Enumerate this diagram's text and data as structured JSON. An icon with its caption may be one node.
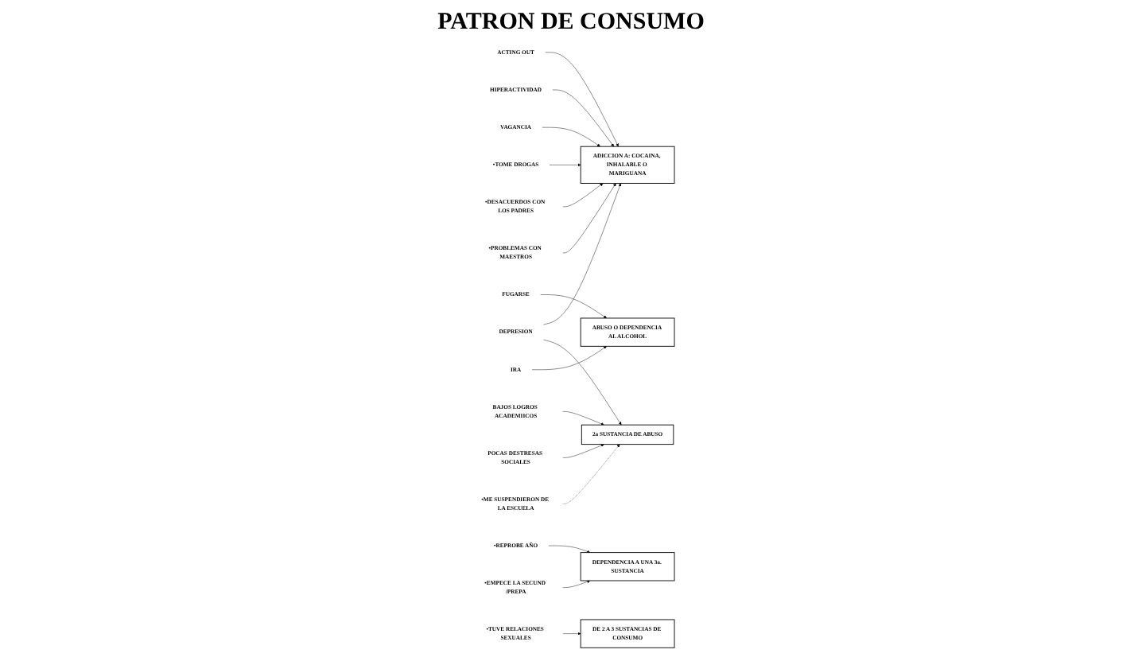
{
  "diagram": {
    "title": "PATRON DE CONSUMO",
    "nodes": [
      {
        "text": [
          "ADICCION A: COCAINA, INHALABLE O MARIGUANA"
        ]
      },
      {
        "text": [
          "2a SUSTANCIA DE ABUSO"
        ]
      },
      {
        "text": [
          "DEPENDENCIA A UNA 3a. SUSTANCIA"
        ]
      },
      {
        "text": [
          "ABUSO O DEPENDENCIA AL ALCOHOL"
        ]
      },
      {
        "text": [
          "DE 2 A 3 SUSTANCIAS DE CONSUMO"
        ]
      },
      {
        "text": [
          "ACTING OUT"
        ]
      },
      {
        "text": [
          "HIPERACTIVIDAD"
        ]
      },
      {
        "text": [
          "FUGARSE"
        ]
      },
      {
        "text": [
          "VAGANCIA"
        ]
      },
      {
        "text": [
          "BAJOS LOGROS ACADEMIICOS"
        ]
      },
      {
        "text": [
          "POCAS DESTRESAS SOCIALES"
        ]
      },
      {
        "text": [
          "DEPRESION"
        ]
      },
      {
        "text": [
          "IRA"
        ]
      },
      {
        "text": [
          "•TOME DROGAS"
        ]
      },
      {
        "text": [
          "•DESACUERDOS CON LOS PADRES"
        ]
      },
      {
        "text": [
          "•PROBLEMAS CON MAESTROS"
        ]
      },
      {
        "text": [
          "•REPROBE AÑO"
        ]
      },
      {
        "text": [
          "•ME SUSPENDIERON DE LA ESCUELA"
        ]
      },
      {
        "text": [
          "•EMPECE LA SECUND /PREPA"
        ]
      },
      {
        "text": [
          "•TUVE RELACIONES SEXUALES"
        ]
      }
    ],
    "edges": [
      {
        "from": 5,
        "to": 0,
        "arrow": "to"
      },
      {
        "from": 6,
        "to": 0,
        "arrow": "to"
      },
      {
        "from": 8,
        "to": 0,
        "arrow": "to"
      },
      {
        "from": 11,
        "to": 0,
        "arrow": "to"
      },
      {
        "from": 9,
        "to": 1,
        "arrow": "to"
      },
      {
        "from": 10,
        "to": 1,
        "arrow": "to"
      },
      {
        "from": 11,
        "to": 1,
        "arrow": "to"
      },
      {
        "from": 7,
        "to": 3,
        "arrow": "to"
      },
      {
        "from": 12,
        "to": 3,
        "arrow": "to"
      },
      {
        "from": 13,
        "to": 0,
        "arrow": "to"
      },
      {
        "from": 14,
        "to": 0,
        "arrow": "to"
      },
      {
        "from": 15,
        "to": 0,
        "arrow": "to"
      },
      {
        "from": 17,
        "to": 1,
        "arrow": "to",
        "style": "dashed"
      },
      {
        "from": 16,
        "to": 2,
        "arrow": "to"
      },
      {
        "from": 18,
        "to": 2,
        "arrow": "to"
      },
      {
        "from": 19,
        "to": 4,
        "arrow": "to"
      }
    ]
  }
}
